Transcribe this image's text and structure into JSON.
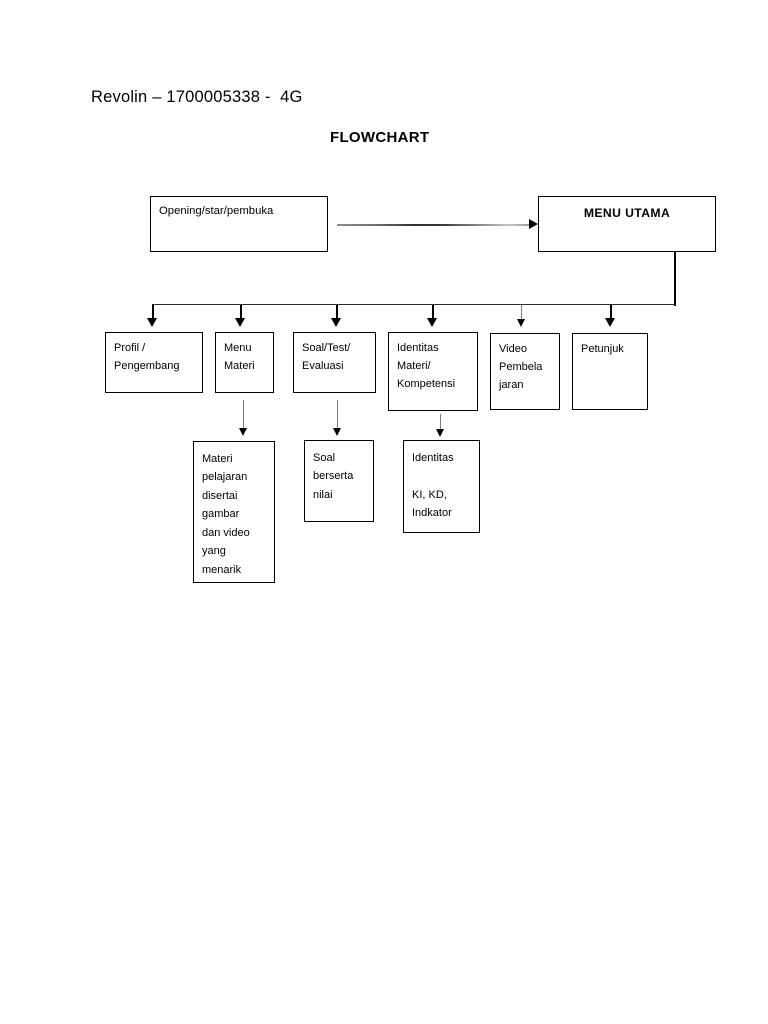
{
  "document": {
    "author_line": "Revolin – 1700005338 -  4G",
    "title": "FLOWCHART"
  },
  "chart_data": {
    "type": "diagram",
    "diagram_kind": "flowchart",
    "title": "FLOWCHART",
    "nodes": [
      {
        "id": "opening",
        "label": "Opening/star/pembuka",
        "row": 1
      },
      {
        "id": "menu_utama",
        "label": "MENU UTAMA",
        "row": 1
      },
      {
        "id": "profil",
        "label": "Profil /\nPengembang",
        "row": 2
      },
      {
        "id": "menu_materi",
        "label": "Menu\nMateri",
        "row": 2
      },
      {
        "id": "soal_test",
        "label": "Soal/Test/\nEvaluasi",
        "row": 2
      },
      {
        "id": "identitas_materi",
        "label": "Identitas\nMateri/\nKompetensi",
        "row": 2
      },
      {
        "id": "video",
        "label": "Video\nPembela\njaran",
        "row": 2
      },
      {
        "id": "petunjuk",
        "label": "Petunjuk",
        "row": 2
      },
      {
        "id": "materi_detail",
        "label": "Materi\npelajaran\ndisertai\ngambar\ndan video\nyang\nmenarik",
        "row": 3
      },
      {
        "id": "soal_nilai",
        "label": "Soal\nberserta\nnilai",
        "row": 3
      },
      {
        "id": "identitas_detail",
        "label": "Identitas\n\nKI, KD,\nIndkator",
        "row": 3
      }
    ],
    "edges": [
      {
        "from": "opening",
        "to": "menu_utama",
        "style": "arrow-right"
      },
      {
        "from": "menu_utama",
        "to": "profil",
        "style": "bus-arrow-down"
      },
      {
        "from": "menu_utama",
        "to": "menu_materi",
        "style": "bus-arrow-down"
      },
      {
        "from": "menu_utama",
        "to": "soal_test",
        "style": "bus-arrow-down"
      },
      {
        "from": "menu_utama",
        "to": "identitas_materi",
        "style": "bus-arrow-down"
      },
      {
        "from": "menu_utama",
        "to": "video",
        "style": "bus-arrow-down"
      },
      {
        "from": "menu_utama",
        "to": "petunjuk",
        "style": "bus-arrow-down"
      },
      {
        "from": "menu_materi",
        "to": "materi_detail",
        "style": "arrow-down"
      },
      {
        "from": "soal_test",
        "to": "soal_nilai",
        "style": "arrow-down"
      },
      {
        "from": "identitas_materi",
        "to": "identitas_detail",
        "style": "arrow-down"
      }
    ],
    "colors": {
      "background": "#ffffff",
      "node_border": "#000000",
      "text": "#000000",
      "connector": "#2b2b2b",
      "connector_gray": "#7a7a7a"
    }
  }
}
